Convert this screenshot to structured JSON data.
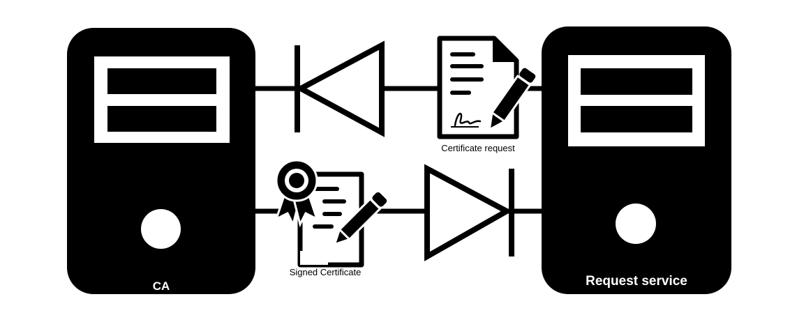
{
  "servers": {
    "ca": {
      "label": "CA"
    },
    "request_service": {
      "label": "Request service"
    }
  },
  "documents": {
    "certificate_request": {
      "caption": "Certificate request"
    },
    "signed_certificate": {
      "caption": "Signed Certificate"
    }
  },
  "colors": {
    "ink": "#000000",
    "paper": "#ffffff"
  },
  "icons": [
    "server-icon",
    "diode-icon",
    "document-signature-icon",
    "pencil-icon",
    "award-ribbon-icon"
  ]
}
